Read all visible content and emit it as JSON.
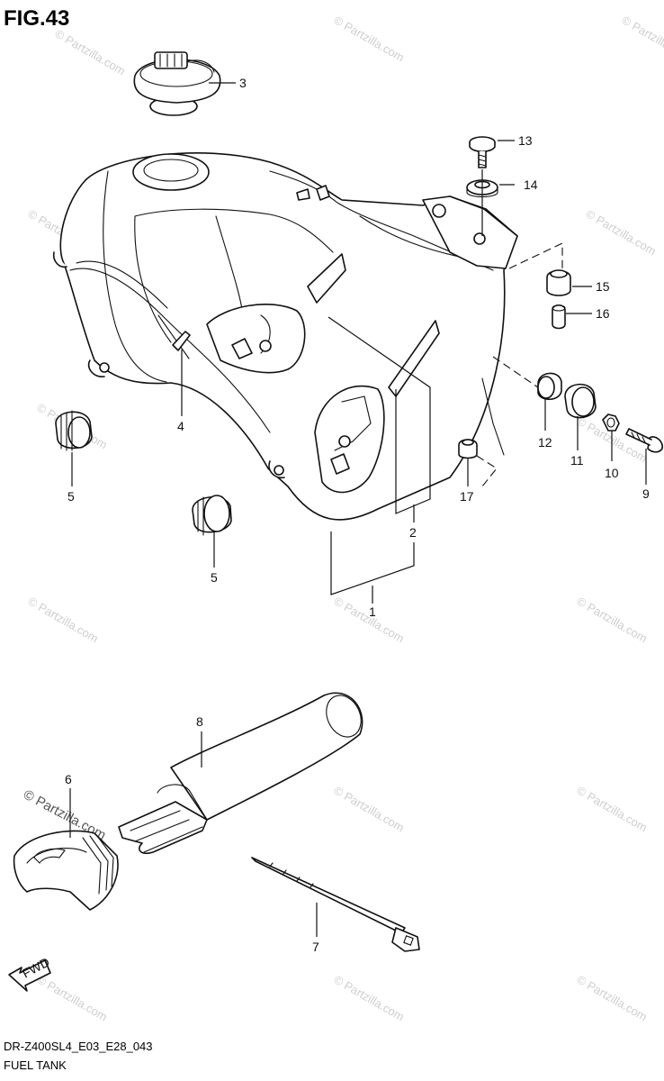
{
  "figure": {
    "title": "FIG.43"
  },
  "footer": {
    "code": "DR-Z400SL4_E03_E28_043",
    "name": "FUEL TANK"
  },
  "watermark": {
    "text": "© Partzilla.com"
  },
  "callouts": {
    "c1": "1",
    "c2": "2",
    "c3": "3",
    "c4": "4",
    "c5a": "5",
    "c5b": "5",
    "c6": "6",
    "c7": "7",
    "c8": "8",
    "c9": "9",
    "c10": "10",
    "c11": "11",
    "c12": "12",
    "c13": "13",
    "c14": "14",
    "c15": "15",
    "c16": "16",
    "c17": "17"
  },
  "fwd": {
    "label": "FWD"
  }
}
